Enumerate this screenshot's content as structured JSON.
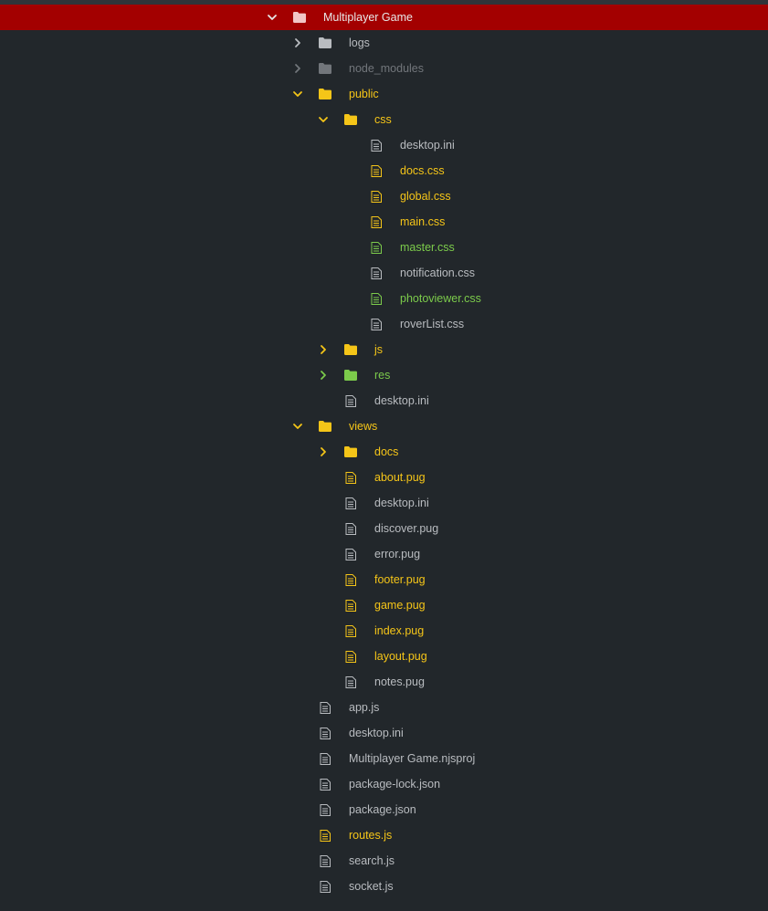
{
  "colors": {
    "selected_bg": "#a30000",
    "background": "#22272b",
    "yellow": "#f5c518",
    "green": "#7ccb4b",
    "gray": "#b9bcc0",
    "dim": "#72767b",
    "white": "#e8e8e8"
  },
  "tree": [
    {
      "label": "Multiplayer Game",
      "kind": "folder",
      "depth": 0,
      "expanded": true,
      "color": "white",
      "selected": true,
      "icon": "folder-open-icon"
    },
    {
      "label": "logs",
      "kind": "folder",
      "depth": 1,
      "expanded": false,
      "color": "gray",
      "icon": "folder-icon"
    },
    {
      "label": "node_modules",
      "kind": "folder",
      "depth": 1,
      "expanded": false,
      "color": "dim",
      "icon": "folder-icon"
    },
    {
      "label": "public",
      "kind": "folder",
      "depth": 1,
      "expanded": true,
      "color": "yellow",
      "icon": "folder-icon"
    },
    {
      "label": "css",
      "kind": "folder",
      "depth": 2,
      "expanded": true,
      "color": "yellow",
      "icon": "folder-icon"
    },
    {
      "label": "desktop.ini",
      "kind": "file",
      "depth": 3,
      "color": "gray",
      "icon": "file-icon"
    },
    {
      "label": "docs.css",
      "kind": "file",
      "depth": 3,
      "color": "yellow",
      "icon": "file-icon"
    },
    {
      "label": "global.css",
      "kind": "file",
      "depth": 3,
      "color": "yellow",
      "icon": "file-icon"
    },
    {
      "label": "main.css",
      "kind": "file",
      "depth": 3,
      "color": "yellow",
      "icon": "file-icon"
    },
    {
      "label": "master.css",
      "kind": "file",
      "depth": 3,
      "color": "green",
      "icon": "file-icon"
    },
    {
      "label": "notification.css",
      "kind": "file",
      "depth": 3,
      "color": "gray",
      "icon": "file-icon"
    },
    {
      "label": "photoviewer.css",
      "kind": "file",
      "depth": 3,
      "color": "green",
      "icon": "file-icon"
    },
    {
      "label": "roverList.css",
      "kind": "file",
      "depth": 3,
      "color": "gray",
      "icon": "file-icon"
    },
    {
      "label": "js",
      "kind": "folder",
      "depth": 2,
      "expanded": false,
      "color": "yellow",
      "icon": "folder-icon"
    },
    {
      "label": "res",
      "kind": "folder",
      "depth": 2,
      "expanded": false,
      "color": "green",
      "icon": "folder-icon"
    },
    {
      "label": "desktop.ini",
      "kind": "file",
      "depth": 2,
      "color": "gray",
      "icon": "file-icon"
    },
    {
      "label": "views",
      "kind": "folder",
      "depth": 1,
      "expanded": true,
      "color": "yellow",
      "icon": "folder-icon"
    },
    {
      "label": "docs",
      "kind": "folder",
      "depth": 2,
      "expanded": false,
      "color": "yellow",
      "icon": "folder-icon"
    },
    {
      "label": "about.pug",
      "kind": "file",
      "depth": 2,
      "color": "yellow",
      "icon": "file-icon"
    },
    {
      "label": "desktop.ini",
      "kind": "file",
      "depth": 2,
      "color": "gray",
      "icon": "file-icon"
    },
    {
      "label": "discover.pug",
      "kind": "file",
      "depth": 2,
      "color": "gray",
      "icon": "file-icon"
    },
    {
      "label": "error.pug",
      "kind": "file",
      "depth": 2,
      "color": "gray",
      "icon": "file-icon"
    },
    {
      "label": "footer.pug",
      "kind": "file",
      "depth": 2,
      "color": "yellow",
      "icon": "file-icon"
    },
    {
      "label": "game.pug",
      "kind": "file",
      "depth": 2,
      "color": "yellow",
      "icon": "file-icon"
    },
    {
      "label": "index.pug",
      "kind": "file",
      "depth": 2,
      "color": "yellow",
      "icon": "file-icon"
    },
    {
      "label": "layout.pug",
      "kind": "file",
      "depth": 2,
      "color": "yellow",
      "icon": "file-icon"
    },
    {
      "label": "notes.pug",
      "kind": "file",
      "depth": 2,
      "color": "gray",
      "icon": "file-icon"
    },
    {
      "label": "app.js",
      "kind": "file",
      "depth": 1,
      "color": "gray",
      "icon": "file-icon"
    },
    {
      "label": "desktop.ini",
      "kind": "file",
      "depth": 1,
      "color": "gray",
      "icon": "file-icon"
    },
    {
      "label": "Multiplayer Game.njsproj",
      "kind": "file",
      "depth": 1,
      "color": "gray",
      "icon": "file-icon"
    },
    {
      "label": "package-lock.json",
      "kind": "file",
      "depth": 1,
      "color": "gray",
      "icon": "file-icon"
    },
    {
      "label": "package.json",
      "kind": "file",
      "depth": 1,
      "color": "gray",
      "icon": "file-icon"
    },
    {
      "label": "routes.js",
      "kind": "file",
      "depth": 1,
      "color": "yellow",
      "icon": "file-icon"
    },
    {
      "label": "search.js",
      "kind": "file",
      "depth": 1,
      "color": "gray",
      "icon": "file-icon"
    },
    {
      "label": "socket.js",
      "kind": "file",
      "depth": 1,
      "color": "gray",
      "icon": "file-icon"
    }
  ]
}
